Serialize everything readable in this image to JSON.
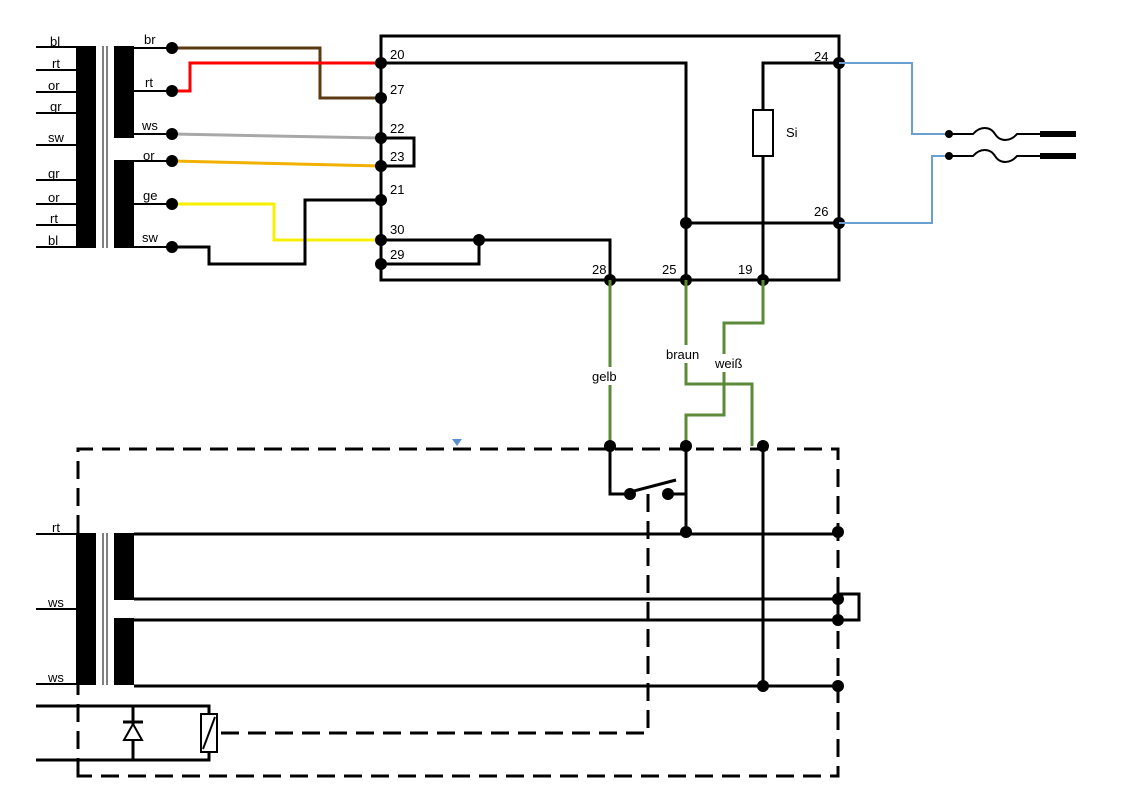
{
  "colors": {
    "brown": "#5a3a12",
    "red": "#ff0000",
    "gray": "#a8a8a8",
    "orange": "#f2b000",
    "yellow": "#f7f000",
    "blue": "#6a9fd4",
    "green": "#5b8a38",
    "black": "#000000"
  },
  "transformer_top": {
    "primary_labels": [
      "bl",
      "rt",
      "or",
      "gr",
      "sw",
      "gr",
      "or",
      "rt",
      "bl"
    ],
    "secondary_labels": [
      "br",
      "rt",
      "ws",
      "or",
      "ge",
      "sw"
    ]
  },
  "terminals": {
    "t20": "20",
    "t27": "27",
    "t22": "22",
    "t23": "23",
    "t21": "21",
    "t30": "30",
    "t29": "29",
    "t28": "28",
    "t25": "25",
    "t19": "19",
    "t24": "24",
    "t26": "26"
  },
  "fuse_label": "Si",
  "wire_labels": {
    "gelb": "gelb",
    "braun": "braun",
    "weiss": "weiß"
  },
  "transformer_bottom": {
    "labels": [
      "rt",
      "ws",
      "ws"
    ]
  },
  "icons": [
    "transformer-icon",
    "fuse-icon",
    "switch-icon",
    "diode-icon",
    "relay-coil-icon",
    "plug-icon"
  ]
}
